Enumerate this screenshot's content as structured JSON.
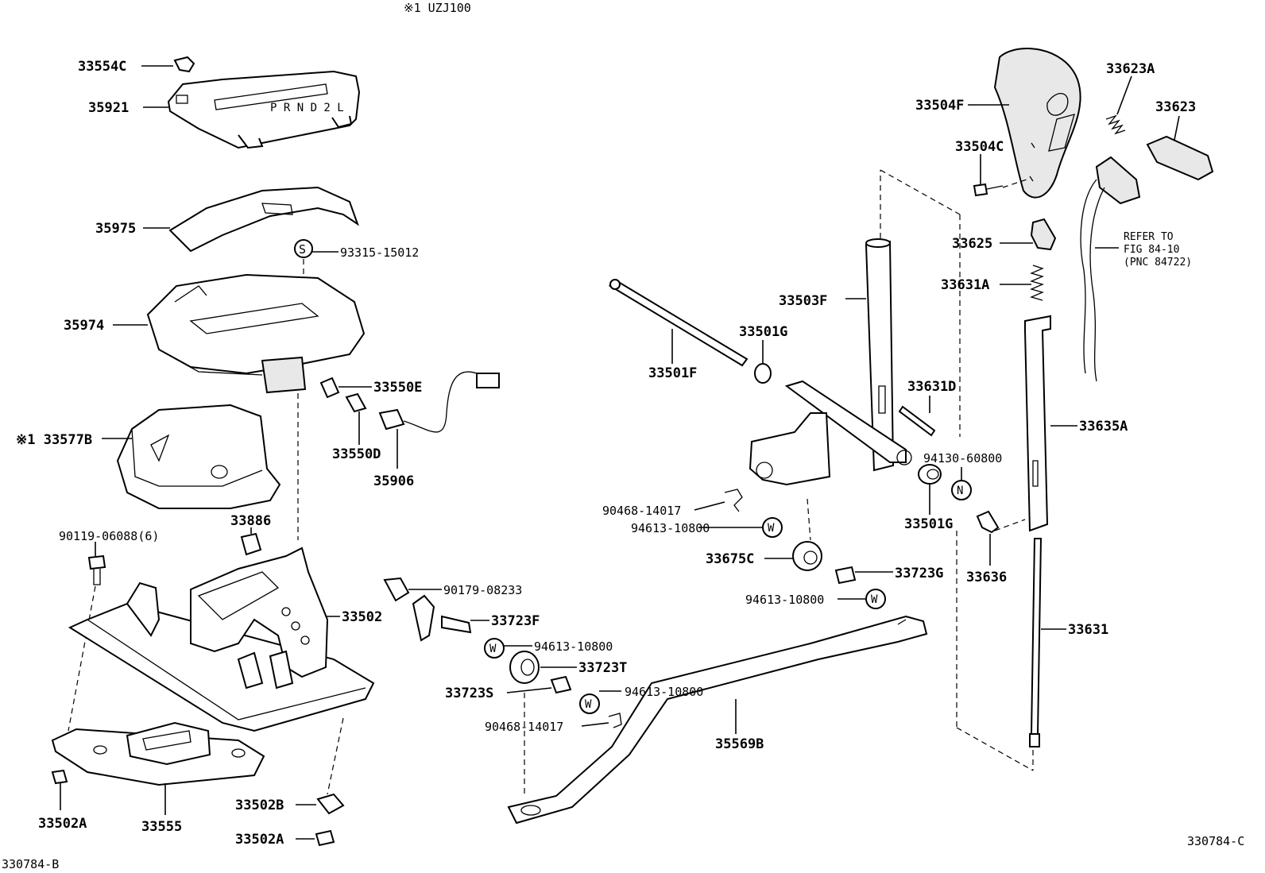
{
  "header_note": "※1 UZJ100",
  "footer_left": "330784-B",
  "footer_right": "330784-C",
  "symbols": {
    "S": "S",
    "N": "N",
    "W": "W"
  },
  "refer_note": {
    "line1": "REFER TO",
    "line2": "FIG 84-10",
    "line3": "(PNC 84722)"
  },
  "labels": {
    "p33554C": "33554C",
    "p35921": "35921",
    "p35975": "35975",
    "p93315": "93315-15012",
    "p35974": "35974",
    "p33550E": "33550E",
    "p33577B": "※1 33577B",
    "p33550D": "33550D",
    "p35906": "35906",
    "p33886": "33886",
    "p90119": "90119-06088(6)",
    "p90179": "90179-08233",
    "p33502": "33502",
    "p33723F": "33723F",
    "p94613a": "94613-10800",
    "p33723T": "33723T",
    "p33723S": "33723S",
    "p94613b": "94613-10800",
    "p90468b": "90468-14017",
    "p33502A1": "33502A",
    "p33555": "33555",
    "p33502B": "33502B",
    "p33502A2": "33502A",
    "p33501F": "33501F",
    "p33501G1": "33501G",
    "p33503F": "33503F",
    "p33631D": "33631D",
    "p94130": "94130-60800",
    "p90468a": "90468-14017",
    "p94613c": "94613-10800",
    "p33675C": "33675C",
    "p33723G": "33723G",
    "p94613d": "94613-10800",
    "p33501G2": "33501G",
    "p35569B": "35569B",
    "p33504F": "33504F",
    "p33504C": "33504C",
    "p33623A": "33623A",
    "p33623": "33623",
    "p33625": "33625",
    "p33631A": "33631A",
    "p33635A": "33635A",
    "p33636": "33636",
    "p33631": "33631"
  }
}
